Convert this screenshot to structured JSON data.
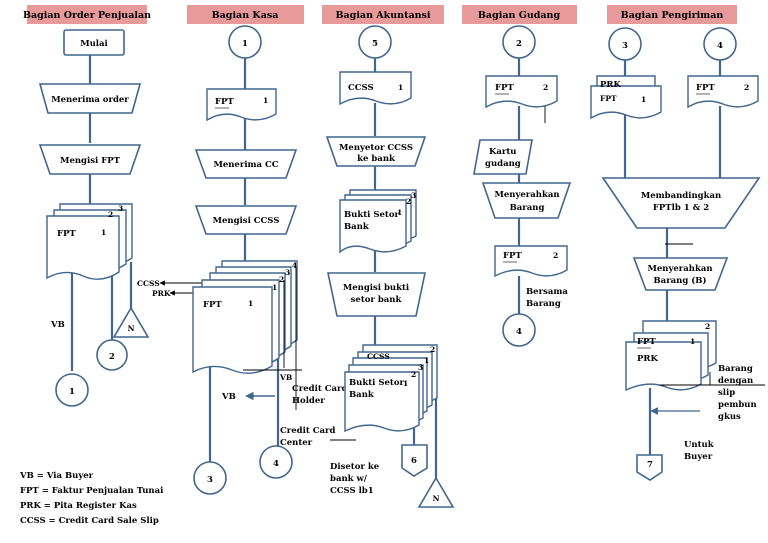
{
  "headers": {
    "order": "Bagian Order Penjualan",
    "kasa": "Bagian Kasa",
    "akuntansi": "Bagian Akuntansi",
    "gudang": "Bagian Gudang",
    "pengiriman": "Bagian Pengiriman"
  },
  "order": {
    "start": "Mulai",
    "step1": "Menerima order",
    "step2": "Mengisi FPT",
    "doc": "FPT",
    "n1": "1",
    "n2": "2",
    "n3": "3",
    "vb": "VB",
    "conn1": "1",
    "conn2": "2",
    "file": "N",
    "ccss": "CCSS",
    "prk": "PRK"
  },
  "kasa": {
    "conn1": "1",
    "doc_fpt": "FPT",
    "doc_fpt_num": "1",
    "step1": "Menerima CC",
    "step2": "Mengisi CCSS",
    "stack_doc": "FPT",
    "stack_num": "1",
    "s1": "1",
    "s2": "2",
    "s3": "3",
    "s4": "4",
    "vb_label": "VB",
    "vb_arrow": "VB",
    "cc_holder_1": "Credit Card",
    "cc_holder_2": "Holder",
    "cc_center_1": "Credit Card",
    "cc_center_2": "Center",
    "conn3": "3",
    "conn4": "4"
  },
  "akuntansi": {
    "conn5": "5",
    "doc_ccss": "CCSS",
    "doc_ccss_num": "1",
    "step1_l1": "Menyetor CCSS",
    "step1_l2": "ke bank",
    "bukti_l1": "Bukti Setor",
    "bukti_l2": "Bank",
    "bukti_num1": "1",
    "bukti_num2": "2",
    "bukti_num3": "3",
    "step2_l1": "Mengisi bukti",
    "step2_l2": "setor bank",
    "doc2_ccss": "CCSS",
    "doc2_l1": "Bukti Setor",
    "doc2_l2": "Bank",
    "doc2_n1": "1",
    "doc2_n2": "2",
    "doc2_n3": "3",
    "doc2_n4": "1",
    "doc2_n5": "2",
    "conn6": "6",
    "file": "N",
    "note_l1": "Disetor ke",
    "note_l2": "bank w/",
    "note_l3": "CCSS lb1"
  },
  "gudang": {
    "conn2": "2",
    "doc_fpt": "FPT",
    "doc_fpt_num": "2",
    "kartu_l1": "Kartu",
    "kartu_l2": "gudang",
    "step1_l1": "Menyerahkan",
    "step1_l2": "Barang",
    "doc2_fpt": "FPT",
    "doc2_num": "2",
    "bersama_l1": "Bersama",
    "bersama_l2": "Barang",
    "conn4": "4"
  },
  "pengiriman": {
    "conn3": "3",
    "conn4": "4",
    "doc_prk": "PRK",
    "doc_fpt": "FPT",
    "doc_fpt_num": "1",
    "doc2_fpt": "FPT",
    "doc2_num": "2",
    "step1_l1": "Membandingkan",
    "step1_l2": "FPTlb 1 & 2",
    "step2_l1": "Menyerahkan",
    "step2_l2": "Barang (B)",
    "doc3_fpt": "FPT",
    "doc3_prk": "PRK",
    "doc3_n1": "1",
    "doc3_n2": "2",
    "note_l1": "Barang",
    "note_l2": "dengan",
    "note_l3": "slip",
    "note_l4": "pembun",
    "note_l5": "gkus",
    "untuk_l1": "Untuk",
    "untuk_l2": "Buyer",
    "conn7": "7"
  },
  "legend": [
    "VB = Via Buyer",
    "FPT = Faktur Penjualan Tunai",
    "PRK = Pita Register Kas",
    "CCSS = Credit Card Sale Slip"
  ]
}
